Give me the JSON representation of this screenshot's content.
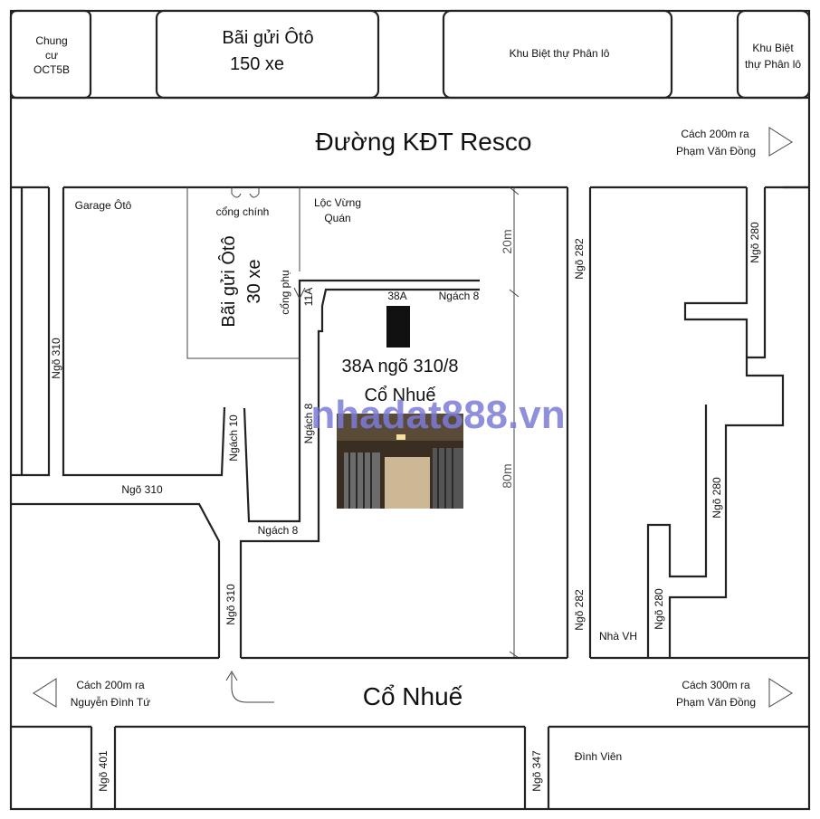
{
  "labels": {
    "apartment": [
      "Chung",
      "cư",
      "OCT5B"
    ],
    "parking_big": [
      "Bãi gửi Ôtô",
      "150 xe"
    ],
    "villa_area": "Khu Biệt thự Phân lô",
    "villa_area_right": [
      "Khu Biệt",
      "thự Phân lô"
    ],
    "resco_road": "Đường KĐT Resco",
    "to_pvd_top": [
      "Cách 200m ra",
      "Phạm Văn Đồng"
    ],
    "garage": "Garage Ôtô",
    "main_gate": "cổng chính",
    "restaurant": [
      "Lộc Vừng",
      "Quán"
    ],
    "parking_small": [
      "Bãi gửi Ôtô",
      "30 xe"
    ],
    "side_gate": "cổng phụ",
    "house_11a": "11A",
    "house_38a": "38A",
    "ngach8_top": "Ngách 8",
    "ngach8_vertical": "Ngách 8",
    "ngach8_bottom": "Ngách 8",
    "ngach10": "Ngách 10",
    "target_line1": "38A ngõ 310/8",
    "target_line2": "Cổ Nhuế",
    "watermark": "nhadat888.vn",
    "ngo310_left": "Ngõ 310",
    "ngo310_mid": "Ngõ 310",
    "ngo310_bottom": "Ngõ 310",
    "ngo282_top": "Ngõ 282",
    "ngo282_bottom": "Ngõ 282",
    "ngo280_top": "Ngõ 280",
    "ngo280_mid": "Ngõ 280",
    "ngo280_bottom": "Ngõ 280",
    "dist_20m": "20m",
    "dist_80m": "80m",
    "culture_house": "Nhà VH",
    "co_nhue_road": "Cổ Nhuế",
    "to_ndt": [
      "Cách 200m ra",
      "Nguyễn Đình Tứ"
    ],
    "to_pvd_bottom": [
      "Cách 300m ra",
      "Phạm Văn Đồng"
    ],
    "ngo401": "Ngõ 401",
    "ngo347": "Ngõ 347",
    "dinh_vien": "Đình Viên"
  },
  "colors": {
    "watermark": "#7b7bd8",
    "marker": "#111111",
    "road_line": "#222222"
  },
  "icons": {
    "arrow_right": "triangle-right-icon",
    "arrow_left": "triangle-left-icon",
    "turn": "u-turn-arrow-icon",
    "gate": "gate-icon",
    "photo": "house-photo"
  }
}
